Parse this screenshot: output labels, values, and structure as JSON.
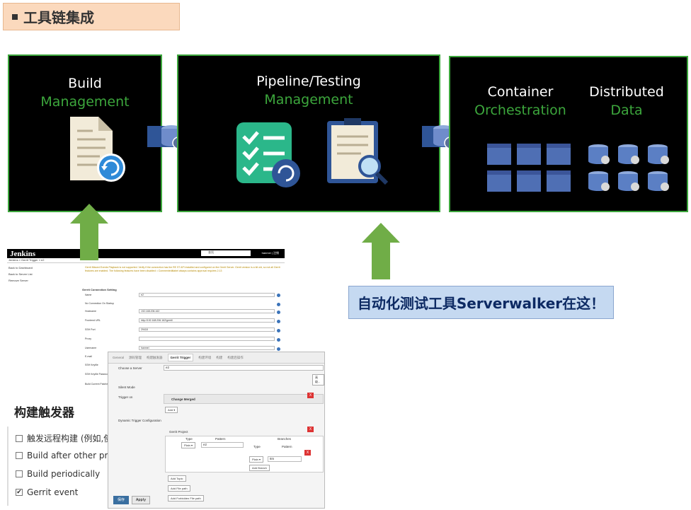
{
  "title": "工具链集成",
  "panels": [
    {
      "line1": "Build",
      "line2": "Management"
    },
    {
      "line1": "Pipeline/Testing",
      "line2": "Management"
    },
    {
      "line1": "Container",
      "line2": "Orchestration"
    },
    {
      "line1": "Distributed",
      "line2": "Data"
    }
  ],
  "callout": "自动化测试工具Serverwalker在这！",
  "jenkins": {
    "logo": "Jenkins",
    "search_placeholder": "查找",
    "user": "hanmei",
    "logout": "注销",
    "breadcrumb": [
      "Jenkins",
      "Gerrit Trigger",
      "e2"
    ],
    "side": [
      "Back to Dashboard",
      "Back to Server List",
      "Remove Server"
    ],
    "warning": "Gerrit Missed Events Playback is not supported. Verify if the connection has the RE ST API installed and configured on the Gerrit Server. Gerrit version is a bit old, so not all Gerrit features are enabled. The following features have been disabled: • Commenteditlabel always contains approval requires 2.13",
    "section": "Gerrit Connection Setting",
    "fields": [
      {
        "label": "Name",
        "value": "e2"
      },
      {
        "label": "No Connection On Startup",
        "value": ""
      },
      {
        "label": "Hostname",
        "value": "192.168.206.162"
      },
      {
        "label": "Frontend URL",
        "value": "http://192.168.206.162/gerrit/"
      },
      {
        "label": "SSH Port",
        "value": "29418"
      },
      {
        "label": "Proxy",
        "value": ""
      },
      {
        "label": "Username",
        "value": "hanmei"
      },
      {
        "label": "E-mail",
        "value": ""
      },
      {
        "label": "SSH Keyfile",
        "value": ""
      },
      {
        "label": "SSH Keyfile Password",
        "value": ""
      },
      {
        "label": "Build Current Patches",
        "value": ""
      }
    ]
  },
  "triggers": {
    "title": "构建触发器",
    "items": [
      {
        "label": "触发远程构建 (例如,使用",
        "checked": false
      },
      {
        "label": "Build after other project",
        "checked": false
      },
      {
        "label": "Build periodically",
        "checked": false
      },
      {
        "label": "Gerrit event",
        "checked": true
      }
    ]
  },
  "gerrit_panel": {
    "tabs": [
      "General",
      "源码管理",
      "构建触发器",
      "Gerrit Trigger",
      "构建环境",
      "构建",
      "构建后操作"
    ],
    "choose_server_label": "Choose a Server",
    "choose_server_value": "e2",
    "advanced": "高级...",
    "silent_mode": "Silent Mode",
    "trigger_on": "Trigger on",
    "change_merged": "Change Merged",
    "add": "Add",
    "dynamic": "Dynamic Trigger Configuration",
    "gerrit_project": "Gerrit Project",
    "col_type": "Type",
    "col_pattern": "Pattern",
    "col_branches": "Branches",
    "plain": "Plain",
    "project_pattern": "e2",
    "branch_pattern": "8m",
    "add_branch": "Add Branch",
    "add_topic": "Add Topic",
    "add_file_path": "Add File path",
    "add_forbidden": "Add Forbidden File path",
    "save": "保存",
    "apply": "Apply"
  },
  "colors": {
    "green": "#3ca63c",
    "blue_arrow": "#2f5597",
    "callout_bg": "#c5d9f1",
    "title_bg": "#fbd9bd"
  }
}
